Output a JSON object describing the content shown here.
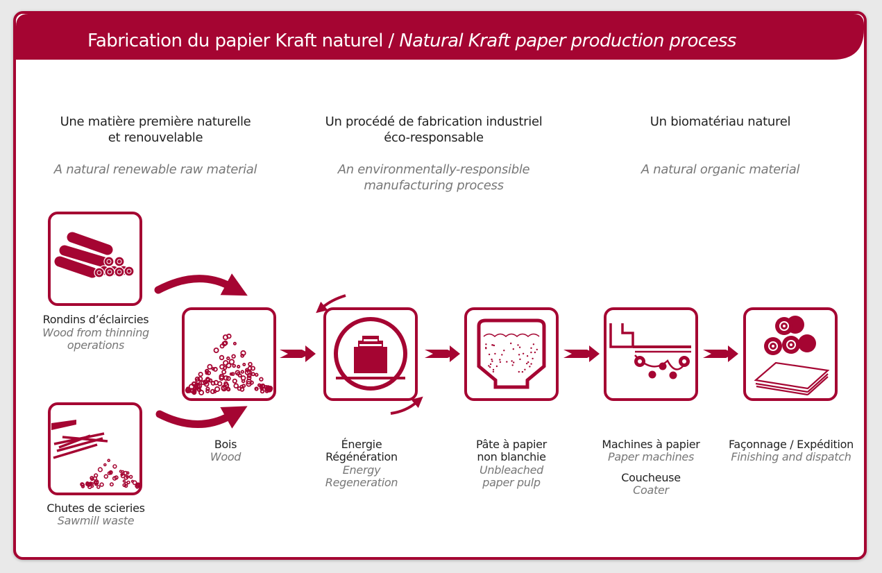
{
  "colors": {
    "accent": "#a50532",
    "text": "#222222",
    "italic_text": "#777777",
    "background": "#ffffff"
  },
  "title": {
    "fr": "Fabrication du papier Kraft naturel / ",
    "en": "Natural Kraft paper production process"
  },
  "columns": [
    {
      "fr_line1": "Une matière première naturelle",
      "fr_line2": "et renouvelable",
      "en_line1": "A natural renewable raw material",
      "en_line2": ""
    },
    {
      "fr_line1": "Un procédé de fabrication industriel",
      "fr_line2": "éco-responsable",
      "en_line1": "An environmentally-responsible",
      "en_line2": "manufacturing process"
    },
    {
      "fr_line1": "Un biomatériau naturel",
      "fr_line2": "",
      "en_line1": "A natural organic material",
      "en_line2": ""
    }
  ],
  "steps": {
    "logs": {
      "icon": "logs-icon",
      "fr": "Rondins d’éclaircies",
      "en_line1": "Wood from thinning",
      "en_line2": "operations"
    },
    "sawmill": {
      "icon": "sawmill-waste-icon",
      "fr": "Chutes de scieries",
      "en": "Sawmill waste"
    },
    "wood": {
      "icon": "wood-chips-icon",
      "fr": "Bois",
      "en": "Wood"
    },
    "energy": {
      "icon": "energy-regeneration-icon",
      "fr_line1": "Énergie",
      "fr_line2": "Régénération",
      "en_line1": "Energy",
      "en_line2": "Regeneration"
    },
    "pulp": {
      "icon": "pulp-tank-icon",
      "fr_line1": "Pâte à papier",
      "fr_line2": "non blanchie",
      "en_line1": "Unbleached",
      "en_line2": "paper pulp"
    },
    "machines": {
      "icon": "paper-machine-icon",
      "fr": "Machines à papier",
      "en": "Paper machines",
      "fr2": "Coucheuse",
      "en2": "Coater"
    },
    "finishing": {
      "icon": "paper-rolls-icon",
      "fr": "Façonnage / Expédition",
      "en": "Finishing and dispatch"
    }
  }
}
